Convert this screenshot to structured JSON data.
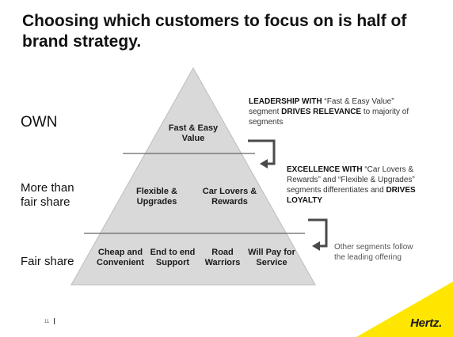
{
  "title": "Choosing which customers to focus on is half of brand strategy.",
  "tiers": {
    "own": "OWN",
    "more_than_fair": "More than fair share",
    "fair_share": "Fair share"
  },
  "pyramid": {
    "top_segment": "Fast & Easy Value",
    "middle_segments": [
      "Flexible & Upgrades",
      "Car Lovers & Rewards"
    ],
    "bottom_segments": [
      "Cheap and Convenient",
      "End to end Support",
      "Road Warriors",
      "Will Pay for Service"
    ]
  },
  "callouts": {
    "top": {
      "lead_bold": "LEADERSHIP WITH",
      "quoted": "“Fast & Easy Value”",
      "mid": " segment ",
      "bold2": "DRIVES RELEVANCE",
      "tail": " to majority of segments"
    },
    "middle": {
      "lead_bold": "EXCELLENCE WITH",
      "quoted": "“Car Lovers & Rewards” and “Flexible & Upgrades”",
      "mid": " segments differentiates and ",
      "bold2": "DRIVES LOYALTY"
    },
    "bottom": "Other segments follow the leading offering"
  },
  "footer": {
    "page_number": "11",
    "brand": "Hertz."
  },
  "colors": {
    "pyramid_fill": "#d9d9d9",
    "pyramid_stroke": "#bdbdbd",
    "divider": "#666666",
    "arrow": "#4a4a4a",
    "accent_yellow": "#ffe600"
  }
}
